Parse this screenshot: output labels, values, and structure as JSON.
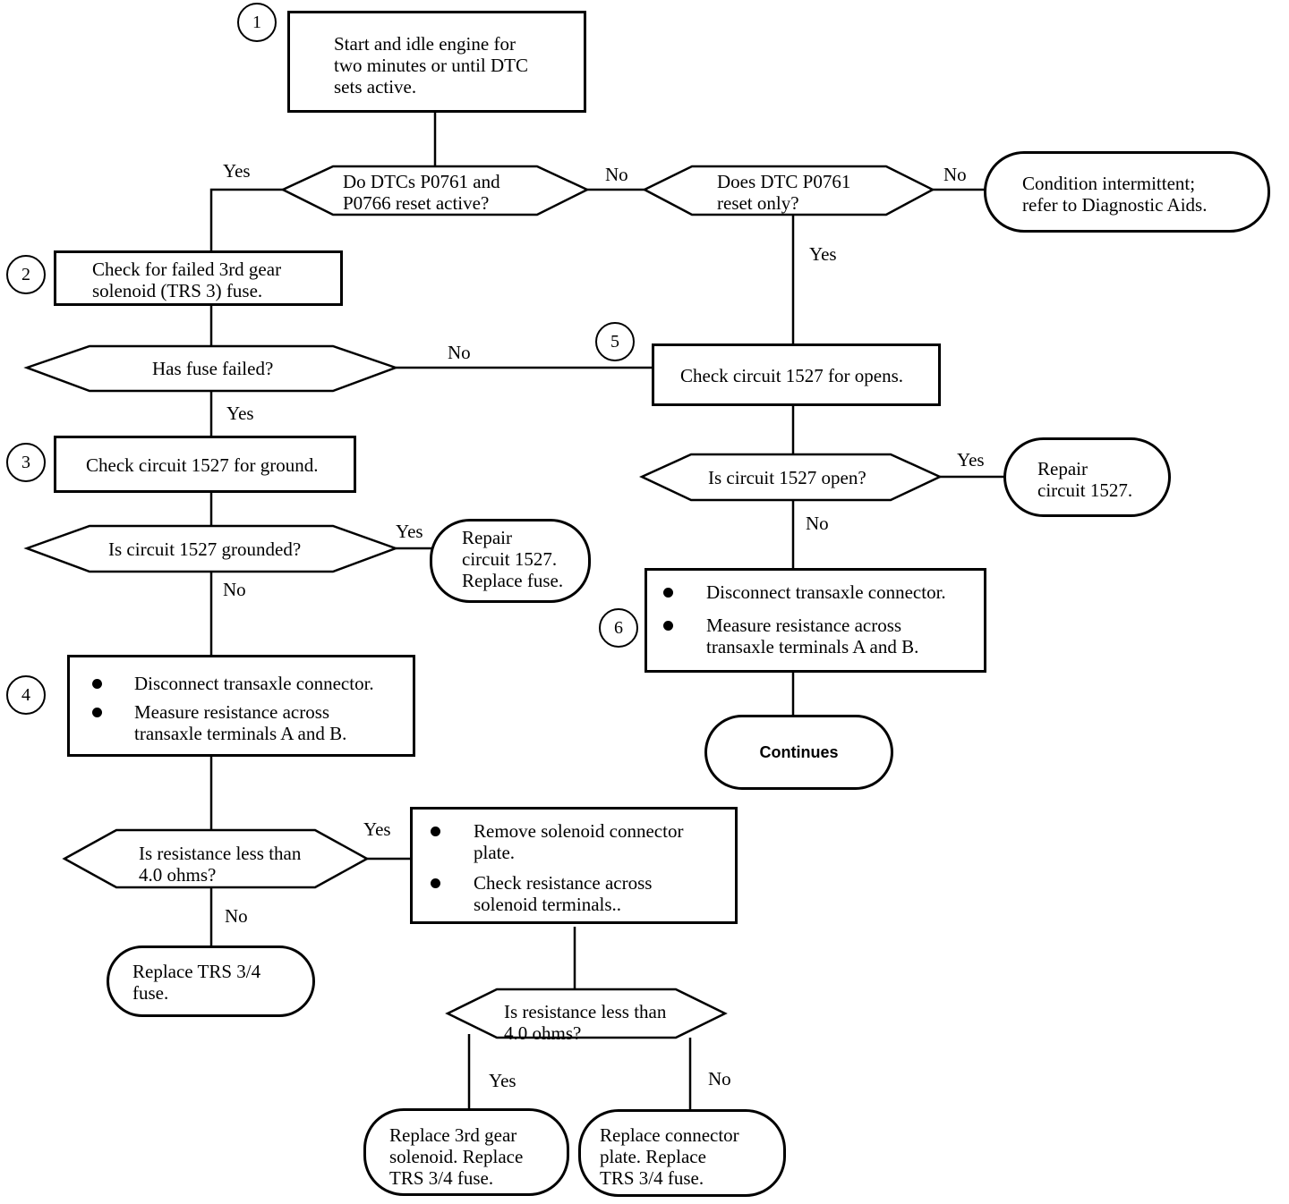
{
  "steps": {
    "s1": "1",
    "s2": "2",
    "s3": "3",
    "s4": "4",
    "s5": "5",
    "s6": "6"
  },
  "nodes": {
    "start": "Start and idle engine for\ntwo minutes or until DTC\nsets active.",
    "q_p0761_p0766": "Do DTCs P0761 and\nP0766 reset active?",
    "q_p0761_only": "Does DTC P0761\nreset only?",
    "intermittent": "Condition intermittent;\nrefer to Diagnostic Aids.",
    "check_fuse": "Check for failed 3rd gear\nsolenoid (TRS 3) fuse.",
    "q_fuse_failed": "Has fuse failed?",
    "check_opens": "Check circuit 1527 for opens.",
    "check_ground": "Check circuit 1527 for ground.",
    "q_open": "Is circuit 1527 open?",
    "repair_1527": "Repair\ncircuit 1527.",
    "q_grounded": "Is circuit 1527 grounded?",
    "repair_replace_fuse": "Repair\ncircuit 1527.\nReplace fuse.",
    "step6_bullet1": "Disconnect transaxle connector.",
    "step6_bullet2": "Measure resistance across\n transaxle terminals A and B.",
    "continues": "Continues",
    "step4_bullet1": "Disconnect transaxle connector.",
    "step4_bullet2": "Measure resistance across\n transaxle terminals A and B.",
    "q_resistance_1": "Is resistance less than\n4.0 ohms?",
    "solenoid_bullet1": "Remove solenoid connector\nplate.",
    "solenoid_bullet2": "Check resistance across\nsolenoid terminals..",
    "replace_trs_fuse": "Replace TRS 3/4\nfuse.",
    "q_resistance_2": "Is resistance less than\n4.0 ohms?",
    "replace_solenoid": "Replace 3rd gear\nsolenoid. Replace\nTRS 3/4 fuse.",
    "replace_plate": "Replace connector\nplate. Replace\nTRS 3/4 fuse."
  },
  "labels": {
    "yes_q1": "Yes",
    "no_q1": "No",
    "no_q2": "No",
    "yes_q2": "Yes",
    "no_fuse": "No",
    "yes_fuse": "Yes",
    "yes_open": "Yes",
    "no_open": "No",
    "yes_ground": "Yes",
    "no_ground": "No",
    "yes_res1": "Yes",
    "no_res1": "No",
    "yes_res2": "Yes",
    "no_res2": "No"
  }
}
